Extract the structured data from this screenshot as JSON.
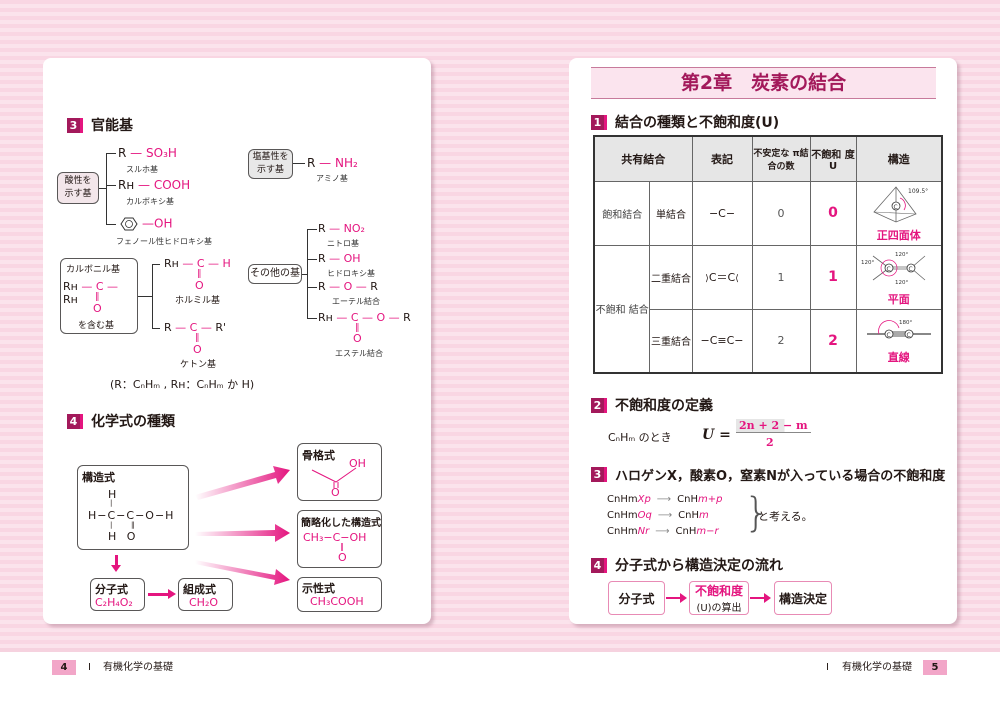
{
  "left_page": {
    "section3": {
      "num": "3",
      "title": "官能基",
      "acid_group_label_1": "酸性を",
      "acid_group_label_2": "示す基",
      "acid_items": [
        {
          "prefix": "R",
          "bond": "—",
          "group": "SO₃H",
          "name": "スルホ基"
        },
        {
          "prefix": "Rʜ",
          "bond": "—",
          "group": "COOH",
          "name": "カルボキシ基"
        },
        {
          "prefix": "⌬",
          "bond": "—",
          "group": "OH",
          "name": "フェノール性ヒドロキシ基"
        }
      ],
      "base_group_label_1": "塩基性を",
      "base_group_label_2": "示す基",
      "base_item": {
        "prefix": "R",
        "bond": "—",
        "group": "NH₂",
        "name": "アミノ基"
      },
      "carbonyl_box": {
        "title": "カルボニル基",
        "formula_left": "Rʜ",
        "formula_c": "C",
        "formula_right": "Rʜ",
        "formula_o": "O",
        "suffix": "を含む基"
      },
      "carbonyl_items": [
        {
          "left": "Rʜ",
          "c": "C",
          "right": "H",
          "o": "O",
          "name": "ホルミル基"
        },
        {
          "left": "R",
          "c": "C",
          "right": "R'",
          "o": "O",
          "name": "ケトン基"
        }
      ],
      "other_group_label": "その他の基",
      "other_items": [
        {
          "formula": "R — NO₂",
          "name": "ニトロ基"
        },
        {
          "formula": "R — OH",
          "name": "ヒドロキシ基"
        },
        {
          "formula": "R — O — R",
          "name": "エーテル結合"
        },
        {
          "formula": "Rʜ — C — O — R",
          "o": "O",
          "name": "エステル結合"
        }
      ],
      "note": "(R：CₙHₘ , Rʜ：CₙHₘ か H)"
    },
    "section4": {
      "num": "4",
      "title": "化学式の種類",
      "structural": {
        "title": "構造式",
        "row1": "H",
        "row2": "H−C−C−O−H",
        "row3": "H   O"
      },
      "molecular": {
        "title": "分子式",
        "value": "C₂H₄O₂"
      },
      "empirical": {
        "title": "組成式",
        "value": "CH₂O"
      },
      "skeletal": {
        "title": "骨格式",
        "oh": "OH",
        "o": "O"
      },
      "condensed": {
        "title": "簡略化した構造式",
        "value": "CH₃−C−OH",
        "o": "O"
      },
      "rational": {
        "title": "示性式",
        "value": "CH₃COOH"
      }
    },
    "footer": {
      "page_num": "4",
      "part": "Ⅰ",
      "title": "有機化学の基礎"
    }
  },
  "right_page": {
    "chapter_title": "第2章　炭素の結合",
    "section1": {
      "num": "1",
      "title": "結合の種類と不飽和度(U)",
      "table": {
        "headers": [
          "共有結合",
          "表記",
          "不安定な π結合の数",
          "不飽和 度 U",
          "構造"
        ],
        "rows": [
          {
            "group": "飽和結合",
            "type": "単結合",
            "notation": "−C−",
            "pi": "0",
            "u": "0",
            "shape": "正四面体",
            "angle": "109.5°"
          },
          {
            "group": "不飽和 結合",
            "type": "二重結合",
            "notation": "C＝C",
            "pi": "1",
            "u": "1",
            "shape": "平面",
            "angle": "120°"
          },
          {
            "group": "",
            "type": "三重結合",
            "notation": "−C≡C−",
            "pi": "2",
            "u": "2",
            "shape": "直線",
            "angle": "180°"
          }
        ]
      }
    },
    "section2": {
      "num": "2",
      "title": "不飽和度の定義",
      "prefix": "CₙHₘ のとき",
      "lhs": "U =",
      "numerator": "2n + 2 − m",
      "denominator": "2"
    },
    "section3": {
      "num": "3",
      "title": "ハロゲンX，酸素O，窒素Nが入っている場合の不飽和度",
      "rows": [
        {
          "from_base": "CnHm",
          "from_extra": "Xp",
          "to_base": "CnH",
          "to_extra": "m+p"
        },
        {
          "from_base": "CnHm",
          "from_extra": "Oq",
          "to_base": "CnH",
          "to_extra": "m"
        },
        {
          "from_base": "CnHm",
          "from_extra": "Nr",
          "to_base": "CnH",
          "to_extra": "m−r"
        }
      ],
      "conclusion": "と考える。"
    },
    "section4": {
      "num": "4",
      "title": "分子式から構造決定の流れ",
      "flow": [
        {
          "label": "分子式"
        },
        {
          "label": "不飽和度",
          "sub": "(U)の算出"
        },
        {
          "label": "構造決定"
        }
      ]
    },
    "footer": {
      "page_num": "5",
      "part": "Ⅰ",
      "title": "有機化学の基礎"
    }
  },
  "colors": {
    "accent": "#e4157f",
    "section_marker": "#a3195b",
    "background_stripe_a": "#f9d6e3",
    "background_stripe_b": "#fbe3ec",
    "chapter_band": "#fbe4ee"
  }
}
